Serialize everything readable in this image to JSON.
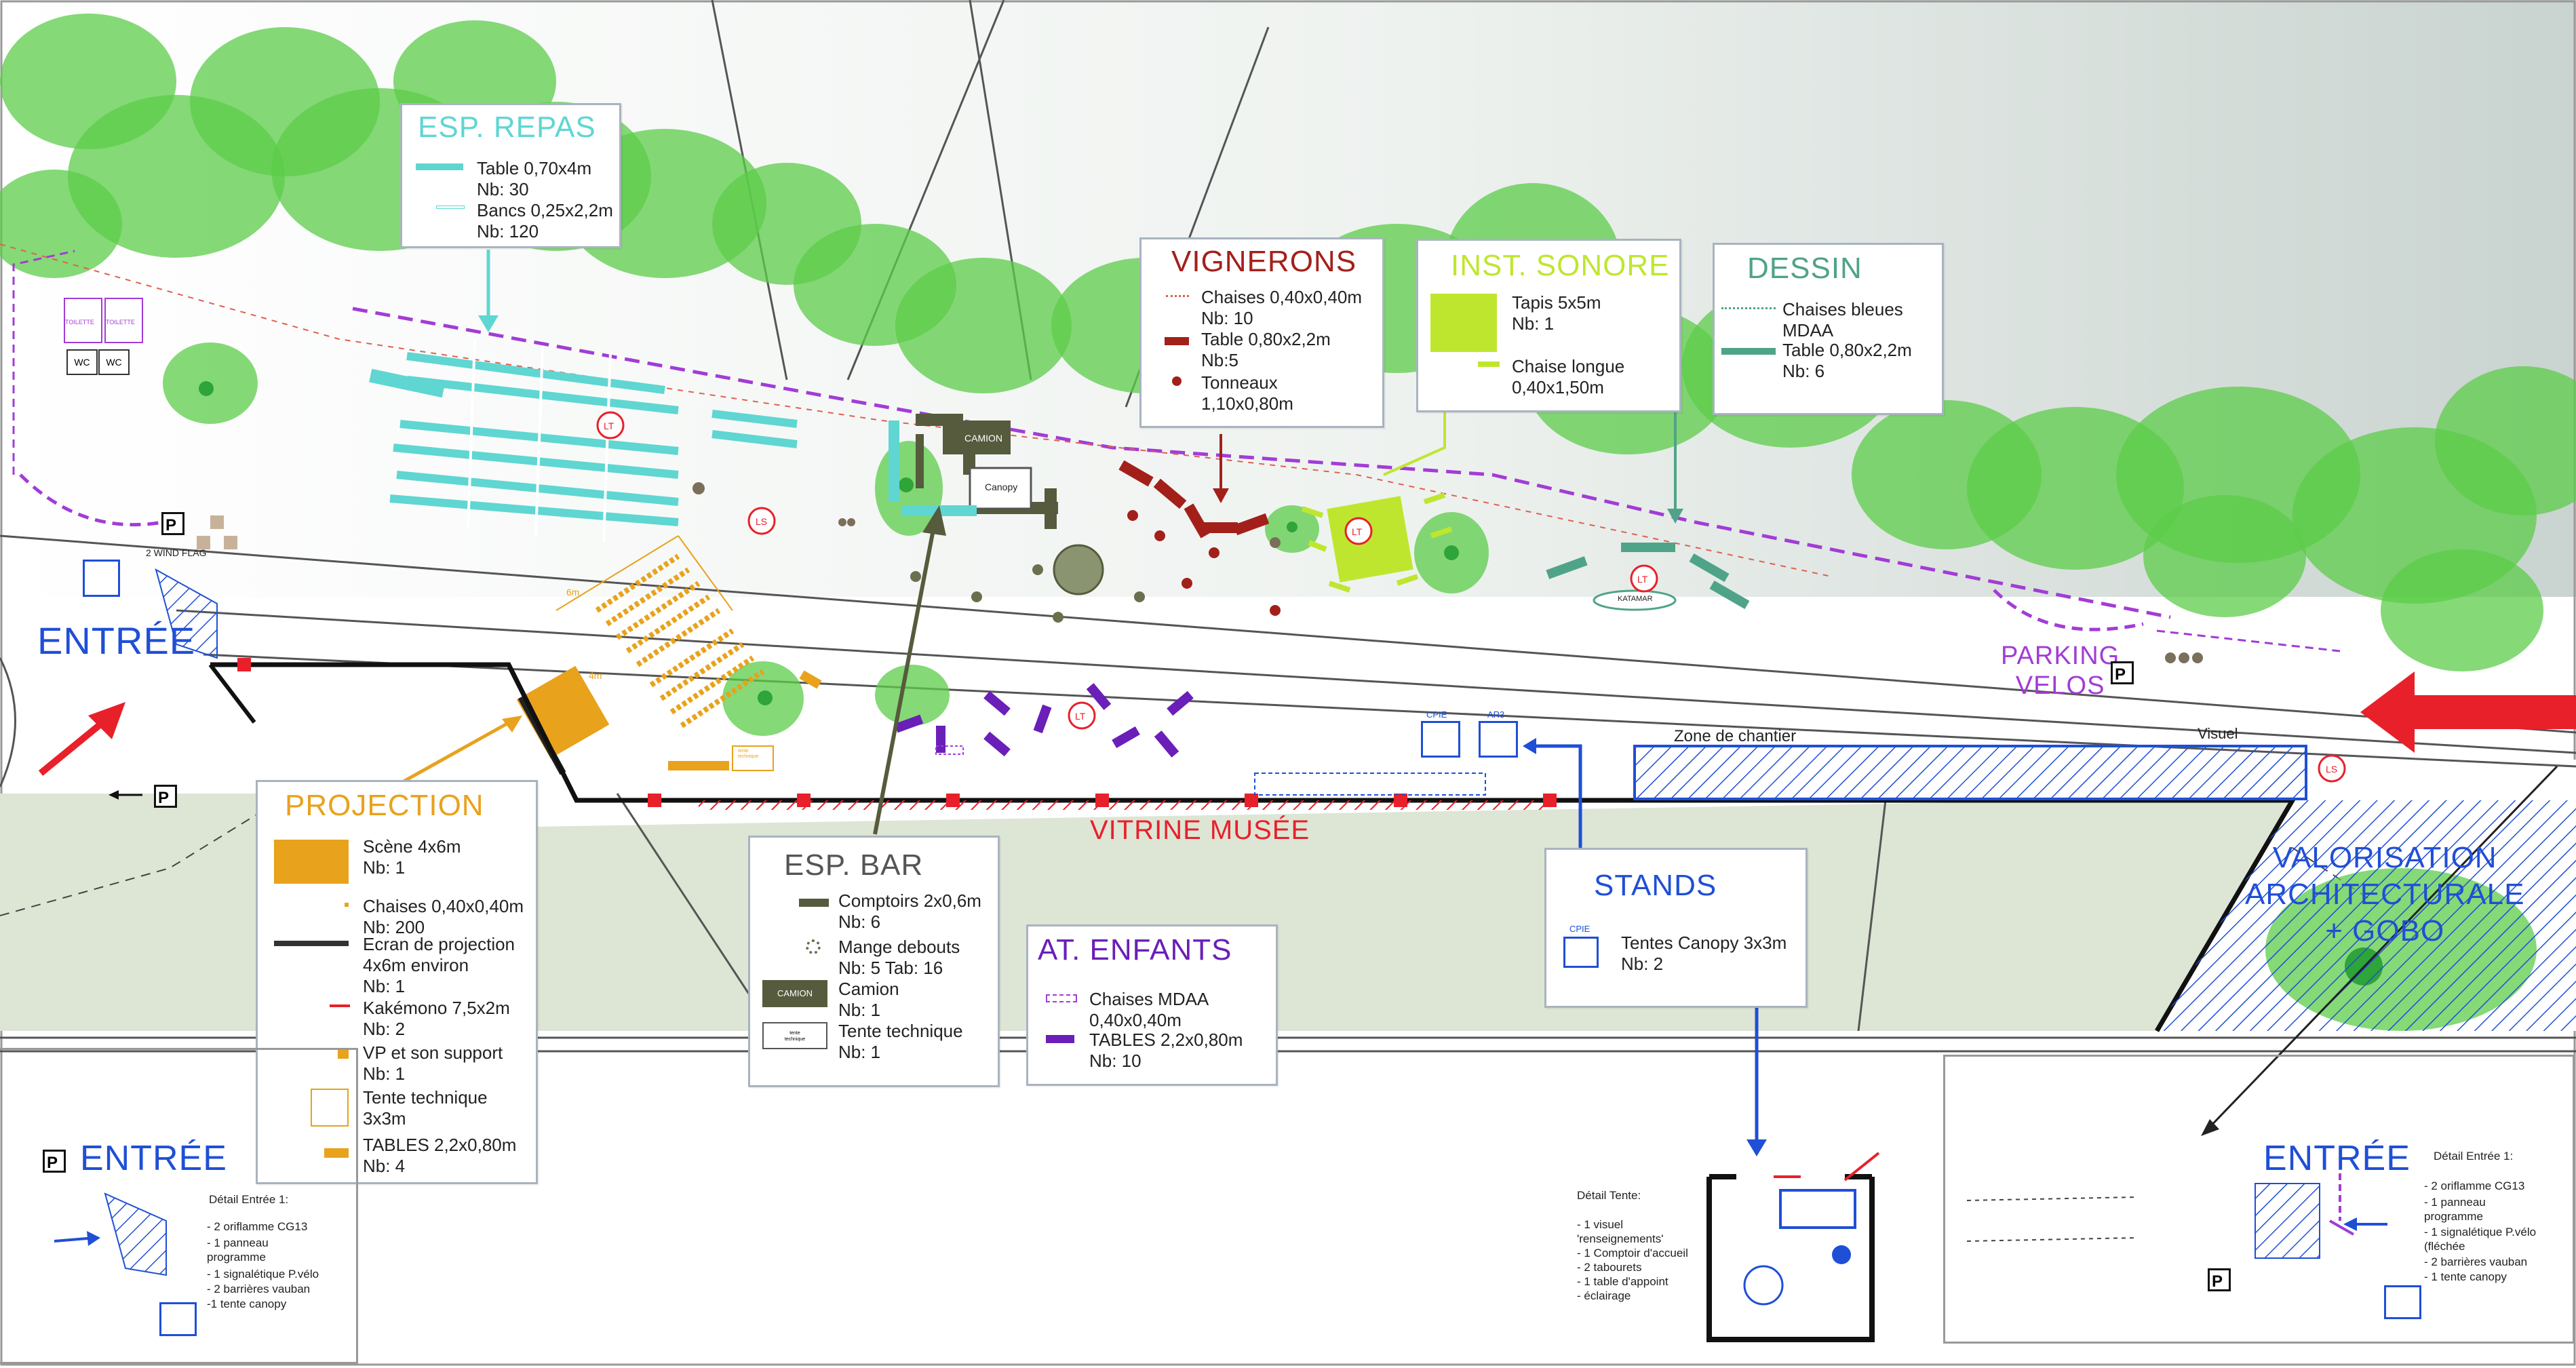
{
  "colors": {
    "repas": "#5fd6d2",
    "projection": "#e8a21c",
    "vignerons": "#a3201a",
    "sonore": "#bfe62f",
    "dessin": "#4fa389",
    "bar": "#555b3c",
    "enfants": "#6a1fb8",
    "stands": "#1f4fd6",
    "vitrine": "#e8202a",
    "entree": "#1f4fd6",
    "velos": "#a23cd6",
    "tree": "#5ccc4a",
    "ground": "#dde5d5"
  },
  "legends": {
    "repas": {
      "title": "ESP. REPAS",
      "items": [
        "Table 0,70x4m\nNb: 30",
        "Bancs 0,25x2,2m\nNb: 120"
      ]
    },
    "vignerons": {
      "title": "VIGNERONS",
      "items": [
        "Chaises 0,40x0,40m\nNb: 10",
        "Table 0,80x2,2m\nNb:5",
        "Tonneaux\n1,10x0,80m"
      ]
    },
    "sonore": {
      "title": "INST. SONORE",
      "items": [
        "Tapis 5x5m\nNb: 1",
        "Chaise longue\n0,40x1,50m"
      ]
    },
    "dessin": {
      "title": "DESSIN",
      "items": [
        "Chaises bleues\nMDAA",
        "Table 0,80x2,2m\nNb: 6"
      ]
    },
    "projection": {
      "title": "PROJECTION",
      "items": [
        "Scène 4x6m\nNb: 1",
        "Chaises 0,40x0,40m\nNb: 200",
        "Ecran de projection\n4x6m environ\nNb: 1",
        "Kakémono 7,5x2m\nNb: 2",
        "VP et son support\nNb: 1",
        "Tente technique\n3x3m",
        "TABLES 2,2x0,80m\nNb: 4"
      ]
    },
    "bar": {
      "title": "ESP. BAR",
      "items": [
        "Comptoirs 2x0,6m\nNb: 6",
        "Mange debouts\nNb: 5 Tab: 16",
        "Camion\nNb: 1",
        "Tente technique\nNb: 1"
      ],
      "camion_label": "CAMION",
      "tent_label": "tente\ntechnique"
    },
    "enfants": {
      "title": "AT. ENFANTS",
      "items": [
        "Chaises MDAA\n0,40x0,40m",
        "TABLES 2,2x0,80m\nNb: 10"
      ]
    },
    "stands": {
      "title": "STANDS",
      "items": [
        "Tentes Canopy 3x3m\nNb: 2"
      ],
      "cpie": "CPIE"
    }
  },
  "map_labels": {
    "entree": "ENTRÉE",
    "vitrine": "VITRINE MUSÉE",
    "parking_velos": "PARKING\nVELOS",
    "valorisation": "VALORISATION\nARCHITECTURALE\n+ GOBO",
    "zone_chantier": "Zone de chantier",
    "visuel": "Visuel",
    "wind_flag": "2 WIND FLAG",
    "camion": "CAMION",
    "canopy": "Canopy",
    "katamar": "KATAMAR",
    "lt": "LT",
    "ls": "LS",
    "cpie": "CPIE",
    "ar3": "AR3",
    "wc": "WC",
    "toilette": "TOILETTE",
    "dim_6m": "6m",
    "dim_4m": "4m",
    "tent_tech": "tente\ntechnique"
  },
  "details": {
    "entree1_left": {
      "title": "ENTRÉE",
      "caption": "Détail Entrée 1:",
      "items": [
        "- 2 oriflamme CG13",
        "- 1 panneau\nprogramme",
        "- 1 signalétique P.vélo",
        "- 2 barrières vauban",
        "-1 tente canopy"
      ]
    },
    "tente": {
      "caption": "Détail Tente:",
      "items": "- 1 visuel\n'renseignements'\n- 1 Comptoir d'accueil\n- 2 tabourets\n- 1 table d'appoint\n- éclairage"
    },
    "entree1_right": {
      "title": "ENTRÉE",
      "caption": "Détail Entrée 1:",
      "items": [
        "- 2 oriflamme CG13",
        "- 1 panneau\nprogramme",
        "- 1 signalétique P.vélo\n(fléchée",
        "- 2 barrières vauban",
        "- 1 tente canopy"
      ]
    }
  }
}
